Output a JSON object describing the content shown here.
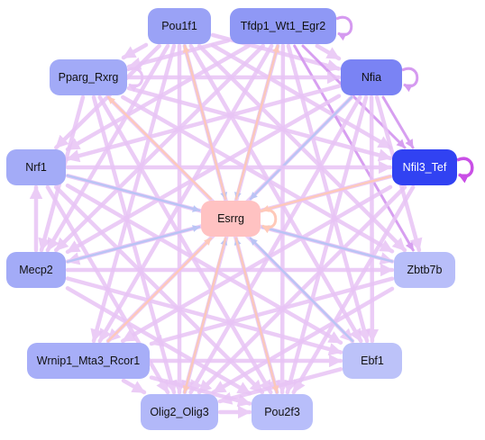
{
  "diagram": {
    "nodes": [
      {
        "id": "Pou1f1",
        "label": "Pou1f1",
        "fill": "#9aa2f6",
        "text_color": "#111111"
      },
      {
        "id": "Tfdp1_Wt1_Egr2",
        "label": "Tfdp1_Wt1_Egr2",
        "fill": "#8f98f5",
        "text_color": "#111111"
      },
      {
        "id": "Pparg_Rxrg",
        "label": "Pparg_Rxrg",
        "fill": "#a2aaf7",
        "text_color": "#111111"
      },
      {
        "id": "Nfia",
        "label": "Nfia",
        "fill": "#7a83f4",
        "text_color": "#111111"
      },
      {
        "id": "Nrf1",
        "label": "Nrf1",
        "fill": "#a3abf7",
        "text_color": "#111111"
      },
      {
        "id": "Nfil3_Tef",
        "label": "Nfil3_Tef",
        "fill": "#3142f2",
        "text_color": "#ffffff"
      },
      {
        "id": "Esrrg",
        "label": "Esrrg",
        "fill": "#ffc2c2",
        "text_color": "#111111"
      },
      {
        "id": "Mecp2",
        "label": "Mecp2",
        "fill": "#a3abf7",
        "text_color": "#111111"
      },
      {
        "id": "Zbtb7b",
        "label": "Zbtb7b",
        "fill": "#b8bef9",
        "text_color": "#111111"
      },
      {
        "id": "Wrnip1_Mta3_Rcor1",
        "label": "Wrnip1_Mta3_Rcor1",
        "fill": "#a7aef8",
        "text_color": "#111111"
      },
      {
        "id": "Ebf1",
        "label": "Ebf1",
        "fill": "#bcc2f9",
        "text_color": "#111111"
      },
      {
        "id": "Olig2_Olig3",
        "label": "Olig2_Olig3",
        "fill": "#b2b8f9",
        "text_color": "#111111"
      },
      {
        "id": "Pou2f3",
        "label": "Pou2f3",
        "fill": "#b8befa",
        "text_color": "#111111"
      }
    ],
    "edge_colors": {
      "pink": "#e8c4f5",
      "violet": "#d59af0",
      "magenta": "#c94fe6",
      "blue": "#b8c4f5",
      "orange": "#ffc9b8"
    },
    "edges": [
      {
        "from": "Pou1f1",
        "to": "Pparg_Rxrg",
        "color": "pink"
      },
      {
        "from": "Pou1f1",
        "to": "Nfia",
        "color": "pink"
      },
      {
        "from": "Pou1f1",
        "to": "Nrf1",
        "color": "pink"
      },
      {
        "from": "Pou1f1",
        "to": "Nfil3_Tef",
        "color": "pink"
      },
      {
        "from": "Pou1f1",
        "to": "Mecp2",
        "color": "pink"
      },
      {
        "from": "Pou1f1",
        "to": "Zbtb7b",
        "color": "pink"
      },
      {
        "from": "Pou1f1",
        "to": "Wrnip1_Mta3_Rcor1",
        "color": "pink"
      },
      {
        "from": "Pou1f1",
        "to": "Ebf1",
        "color": "pink"
      },
      {
        "from": "Pou1f1",
        "to": "Olig2_Olig3",
        "color": "pink"
      },
      {
        "from": "Pou1f1",
        "to": "Pou2f3",
        "color": "pink"
      },
      {
        "from": "Pou1f1",
        "to": "Esrrg",
        "color": "blue"
      },
      {
        "from": "Tfdp1_Wt1_Egr2",
        "to": "Pparg_Rxrg",
        "color": "pink"
      },
      {
        "from": "Tfdp1_Wt1_Egr2",
        "to": "Nfia",
        "color": "pink"
      },
      {
        "from": "Tfdp1_Wt1_Egr2",
        "to": "Nrf1",
        "color": "pink"
      },
      {
        "from": "Tfdp1_Wt1_Egr2",
        "to": "Nfil3_Tef",
        "color": "violet"
      },
      {
        "from": "Tfdp1_Wt1_Egr2",
        "to": "Mecp2",
        "color": "pink"
      },
      {
        "from": "Tfdp1_Wt1_Egr2",
        "to": "Zbtb7b",
        "color": "violet"
      },
      {
        "from": "Tfdp1_Wt1_Egr2",
        "to": "Wrnip1_Mta3_Rcor1",
        "color": "pink"
      },
      {
        "from": "Tfdp1_Wt1_Egr2",
        "to": "Ebf1",
        "color": "pink"
      },
      {
        "from": "Tfdp1_Wt1_Egr2",
        "to": "Olig2_Olig3",
        "color": "pink"
      },
      {
        "from": "Tfdp1_Wt1_Egr2",
        "to": "Pou2f3",
        "color": "pink"
      },
      {
        "from": "Tfdp1_Wt1_Egr2",
        "to": "Esrrg",
        "color": "blue"
      },
      {
        "from": "Pparg_Rxrg",
        "to": "Nfia",
        "color": "pink"
      },
      {
        "from": "Pparg_Rxrg",
        "to": "Nfil3_Tef",
        "color": "pink"
      },
      {
        "from": "Pparg_Rxrg",
        "to": "Zbtb7b",
        "color": "pink"
      },
      {
        "from": "Pparg_Rxrg",
        "to": "Ebf1",
        "color": "pink"
      },
      {
        "from": "Pparg_Rxrg",
        "to": "Olig2_Olig3",
        "color": "pink"
      },
      {
        "from": "Pparg_Rxrg",
        "to": "Pou2f3",
        "color": "pink"
      },
      {
        "from": "Pparg_Rxrg",
        "to": "Mecp2",
        "color": "pink"
      },
      {
        "from": "Nfia",
        "to": "Nrf1",
        "color": "pink"
      },
      {
        "from": "Nfia",
        "to": "Mecp2",
        "color": "pink"
      },
      {
        "from": "Nfia",
        "to": "Wrnip1_Mta3_Rcor1",
        "color": "pink"
      },
      {
        "from": "Nfia",
        "to": "Olig2_Olig3",
        "color": "pink"
      },
      {
        "from": "Nfia",
        "to": "Pou2f3",
        "color": "pink"
      },
      {
        "from": "Nfia",
        "to": "Ebf1",
        "color": "pink"
      },
      {
        "from": "Nfia",
        "to": "Zbtb7b",
        "color": "pink"
      },
      {
        "from": "Nfia",
        "to": "Esrrg",
        "color": "blue"
      },
      {
        "from": "Nfia",
        "to": "Nfil3_Tef",
        "color": "violet"
      },
      {
        "from": "Nrf1",
        "to": "Nfil3_Tef",
        "color": "pink"
      },
      {
        "from": "Nrf1",
        "to": "Zbtb7b",
        "color": "pink"
      },
      {
        "from": "Nrf1",
        "to": "Ebf1",
        "color": "pink"
      },
      {
        "from": "Nrf1",
        "to": "Pou2f3",
        "color": "pink"
      },
      {
        "from": "Nrf1",
        "to": "Olig2_Olig3",
        "color": "pink"
      },
      {
        "from": "Nrf1",
        "to": "Esrrg",
        "color": "blue"
      },
      {
        "from": "Nfil3_Tef",
        "to": "Mecp2",
        "color": "pink"
      },
      {
        "from": "Nfil3_Tef",
        "to": "Wrnip1_Mta3_Rcor1",
        "color": "pink"
      },
      {
        "from": "Nfil3_Tef",
        "to": "Olig2_Olig3",
        "color": "pink"
      },
      {
        "from": "Nfil3_Tef",
        "to": "Pou2f3",
        "color": "pink"
      },
      {
        "from": "Nfil3_Tef",
        "to": "Esrrg",
        "color": "orange"
      },
      {
        "from": "Mecp2",
        "to": "Zbtb7b",
        "color": "pink"
      },
      {
        "from": "Mecp2",
        "to": "Ebf1",
        "color": "pink"
      },
      {
        "from": "Mecp2",
        "to": "Pou2f3",
        "color": "pink"
      },
      {
        "from": "Mecp2",
        "to": "Esrrg",
        "color": "blue"
      },
      {
        "from": "Mecp2",
        "to": "Nrf1",
        "color": "pink"
      },
      {
        "from": "Zbtb7b",
        "to": "Wrnip1_Mta3_Rcor1",
        "color": "pink"
      },
      {
        "from": "Zbtb7b",
        "to": "Olig2_Olig3",
        "color": "pink"
      },
      {
        "from": "Zbtb7b",
        "to": "Esrrg",
        "color": "blue"
      },
      {
        "from": "Wrnip1_Mta3_Rcor1",
        "to": "Ebf1",
        "color": "pink"
      },
      {
        "from": "Wrnip1_Mta3_Rcor1",
        "to": "Pou2f3",
        "color": "pink"
      },
      {
        "from": "Wrnip1_Mta3_Rcor1",
        "to": "Olig2_Olig3",
        "color": "pink"
      },
      {
        "from": "Wrnip1_Mta3_Rcor1",
        "to": "Esrrg",
        "color": "orange"
      },
      {
        "from": "Ebf1",
        "to": "Olig2_Olig3",
        "color": "pink"
      },
      {
        "from": "Ebf1",
        "to": "Esrrg",
        "color": "blue"
      },
      {
        "from": "Olig2_Olig3",
        "to": "Pou2f3",
        "color": "pink"
      },
      {
        "from": "Olig2_Olig3",
        "to": "Esrrg",
        "color": "blue"
      },
      {
        "from": "Pou2f3",
        "to": "Esrrg",
        "color": "blue"
      },
      {
        "from": "Esrrg",
        "to": "Pou1f1",
        "color": "orange"
      },
      {
        "from": "Esrrg",
        "to": "Tfdp1_Wt1_Egr2",
        "color": "orange"
      },
      {
        "from": "Esrrg",
        "to": "Pparg_Rxrg",
        "color": "orange"
      },
      {
        "from": "Esrrg",
        "to": "Olig2_Olig3",
        "color": "orange"
      },
      {
        "from": "Esrrg",
        "to": "Pou2f3",
        "color": "orange"
      }
    ],
    "self_loops": [
      {
        "node": "Tfdp1_Wt1_Egr2",
        "color": "violet"
      },
      {
        "node": "Nfil3_Tef",
        "color": "magenta"
      },
      {
        "node": "Nfia",
        "color": "violet"
      },
      {
        "node": "Pparg_Rxrg",
        "color": "pink"
      },
      {
        "node": "Esrrg",
        "color": "orange"
      }
    ]
  }
}
